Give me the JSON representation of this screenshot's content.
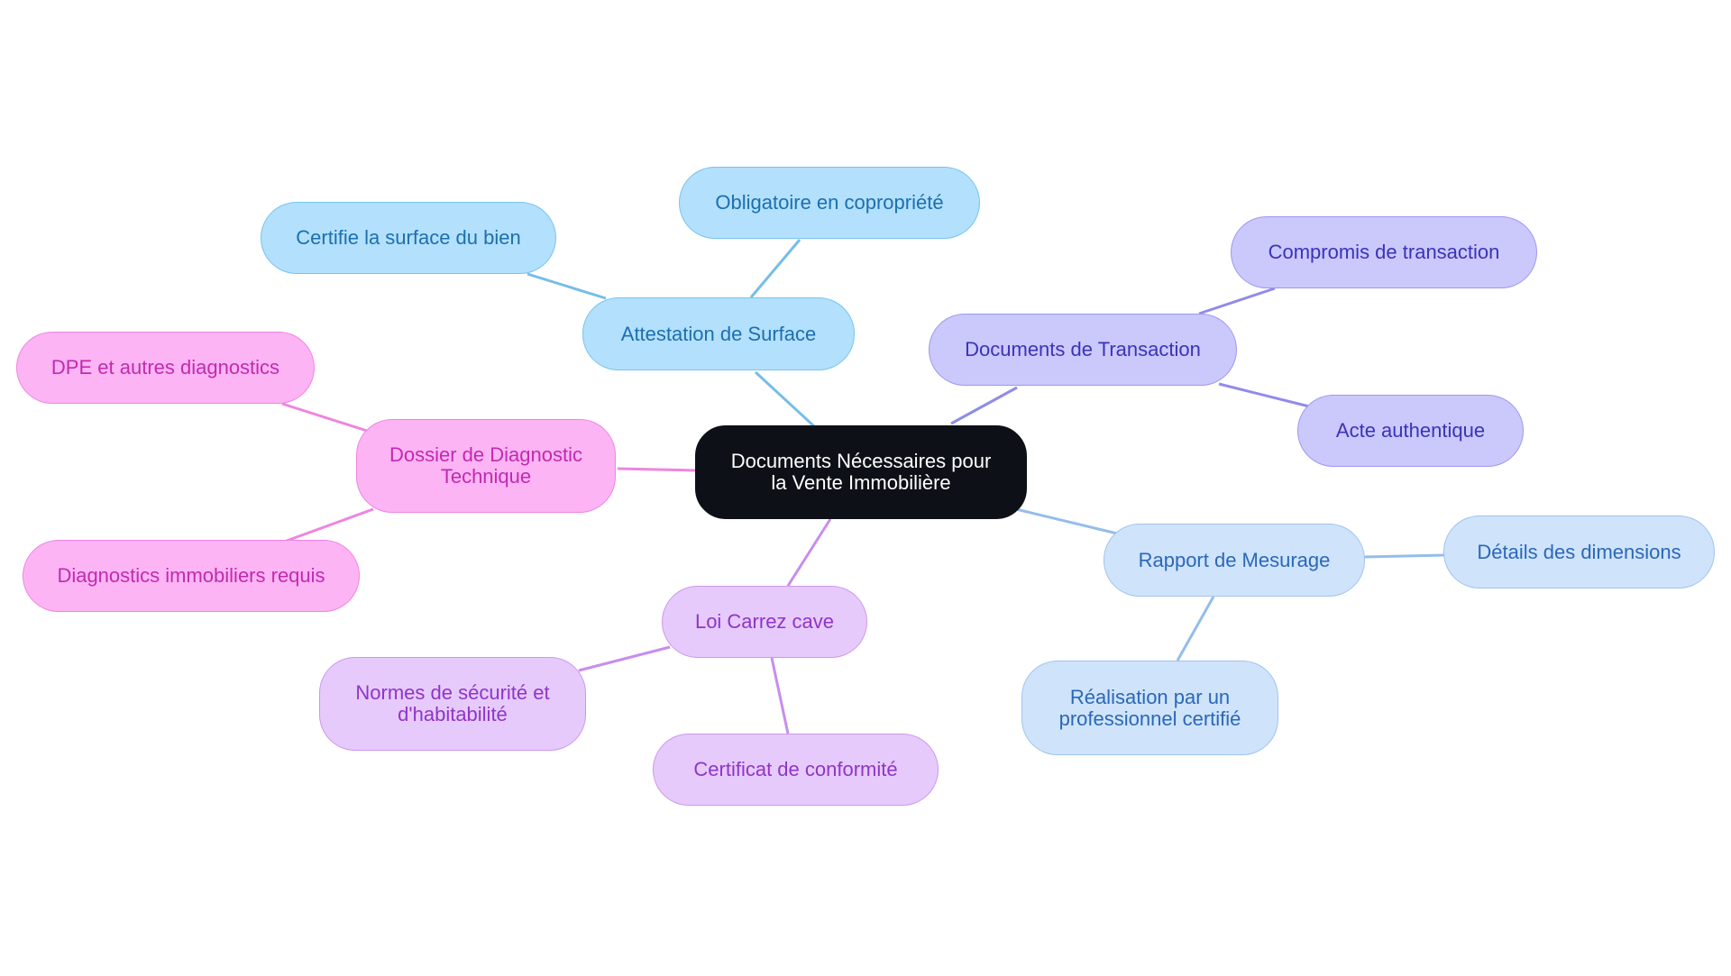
{
  "palette": {
    "center": {
      "fill": "#0d1117",
      "border": "#0d1117",
      "text": "#ffffff"
    },
    "sky": {
      "fill": "#b3e0fc",
      "border": "#79c3ee",
      "text": "#1c6fb0",
      "edge": "#76bde8"
    },
    "indigo": {
      "fill": "#cbc8fc",
      "border": "#9e98f0",
      "text": "#3b33b8",
      "edge": "#8f8ce8"
    },
    "pink": {
      "fill": "#fcb4f4",
      "border": "#ef85e2",
      "text": "#c22ab0",
      "edge": "#ef85de"
    },
    "violet": {
      "fill": "#e6cafc",
      "border": "#cc97ee",
      "text": "#8f35c7",
      "edge": "#c88ded"
    },
    "blue": {
      "fill": "#cfe3fb",
      "border": "#9fc4ef",
      "text": "#2a68b8",
      "edge": "#94bdea"
    }
  },
  "mindmap": {
    "center": {
      "label": "Documents Nécessaires pour\nla Vente Immobilière"
    },
    "attestation": {
      "label": "Attestation de Surface",
      "children": [
        {
          "label": "Obligatoire en copropriété"
        },
        {
          "label": "Certifie la surface du bien"
        }
      ]
    },
    "transaction": {
      "label": "Documents de Transaction",
      "children": [
        {
          "label": "Compromis de transaction"
        },
        {
          "label": "Acte authentique"
        }
      ]
    },
    "diagnostic": {
      "label": "Dossier de Diagnostic\nTechnique",
      "children": [
        {
          "label": "DPE et autres diagnostics"
        },
        {
          "label": "Diagnostics immobiliers requis"
        }
      ]
    },
    "carrez": {
      "label": "Loi Carrez cave",
      "children": [
        {
          "label": "Normes de sécurité et\nd'habitabilité"
        },
        {
          "label": "Certificat de conformité"
        }
      ]
    },
    "mesurage": {
      "label": "Rapport de Mesurage",
      "children": [
        {
          "label": "Détails des dimensions"
        },
        {
          "label": "Réalisation par un\nprofessionnel certifié"
        }
      ]
    }
  }
}
